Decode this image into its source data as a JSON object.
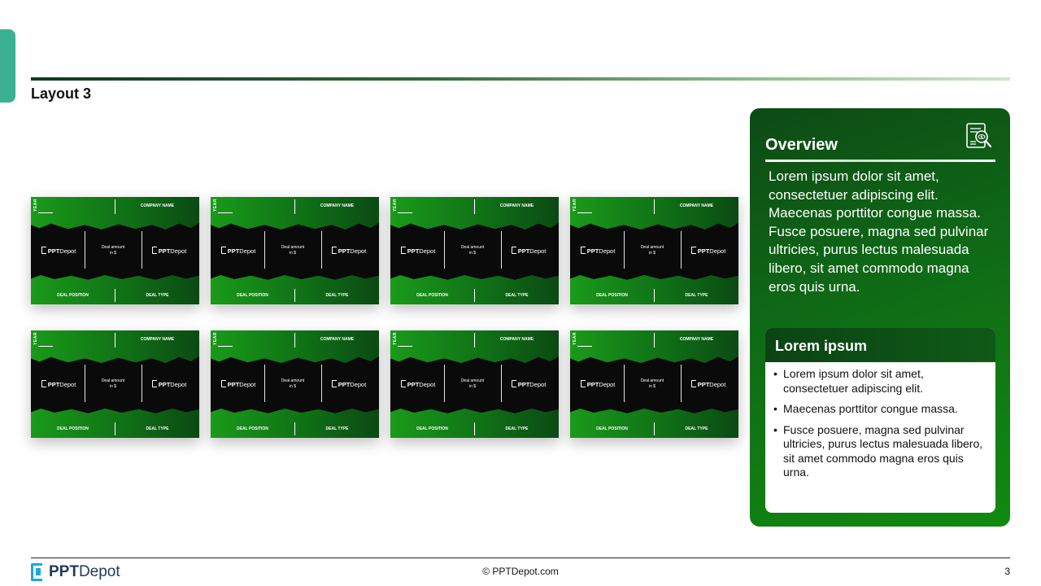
{
  "slide": {
    "title": "Layout 3"
  },
  "cards": [
    {
      "year": "YEAR",
      "company": "COMPANY NAME",
      "logo_a": "PPT",
      "logo_b": "Depot",
      "deal_line1": "Deal amount",
      "deal_line2": "in $",
      "position": "DEAL POSITION",
      "type": "DEAL TYPE"
    },
    {
      "year": "YEAR",
      "company": "COMPANY NAME",
      "logo_a": "PPT",
      "logo_b": "Depot",
      "deal_line1": "Deal amount",
      "deal_line2": "in $",
      "position": "DEAL POSITION",
      "type": "DEAL TYPE"
    },
    {
      "year": "YEAR",
      "company": "COMPANY NAME",
      "logo_a": "PPT",
      "logo_b": "Depot",
      "deal_line1": "Deal amount",
      "deal_line2": "in $",
      "position": "DEAL POSITION",
      "type": "DEAL TYPE"
    },
    {
      "year": "YEAR",
      "company": "COMPANY NAME",
      "logo_a": "PPT",
      "logo_b": "Depot",
      "deal_line1": "Deal amount",
      "deal_line2": "in $",
      "position": "DEAL POSITION",
      "type": "DEAL TYPE"
    },
    {
      "year": "YEAR",
      "company": "COMPANY NAME",
      "logo_a": "PPT",
      "logo_b": "Depot",
      "deal_line1": "Deal amount",
      "deal_line2": "in $",
      "position": "DEAL POSITION",
      "type": "DEAL TYPE"
    },
    {
      "year": "YEAR",
      "company": "COMPANY NAME",
      "logo_a": "PPT",
      "logo_b": "Depot",
      "deal_line1": "Deal amount",
      "deal_line2": "in $",
      "position": "DEAL POSITION",
      "type": "DEAL TYPE"
    },
    {
      "year": "YEAR",
      "company": "COMPANY NAME",
      "logo_a": "PPT",
      "logo_b": "Depot",
      "deal_line1": "Deal amount",
      "deal_line2": "in $",
      "position": "DEAL POSITION",
      "type": "DEAL TYPE"
    },
    {
      "year": "YEAR",
      "company": "COMPANY NAME",
      "logo_a": "PPT",
      "logo_b": "Depot",
      "deal_line1": "Deal amount",
      "deal_line2": "in $",
      "position": "DEAL POSITION",
      "type": "DEAL TYPE"
    }
  ],
  "overview": {
    "title": "Overview",
    "icon": "document-search-icon",
    "text": "Lorem ipsum dolor sit amet, consectetuer adipiscing elit. Maecenas porttitor congue massa. Fusce posuere, magna sed pulvinar ultricies, purus lectus malesuada libero, sit amet commodo magna eros quis urna.",
    "sub_title": "Lorem ipsum",
    "bullets": [
      "Lorem ipsum dolor sit amet, consectetuer adipiscing elit.",
      "Maecenas porttitor congue massa.",
      "Fusce posuere, magna sed pulvinar ultricies, purus lectus malesuada libero, sit amet commodo magna eros quis urna."
    ]
  },
  "footer": {
    "logo_a": "PPT",
    "logo_b": "Depot",
    "copyright": "© PPTDepot.com",
    "page": "3"
  },
  "colors": {
    "accent_tab": "#3ab08f",
    "green_dark": "#0b4414",
    "green_bright": "#118a10",
    "logo_blue": "#1aa7e8"
  }
}
